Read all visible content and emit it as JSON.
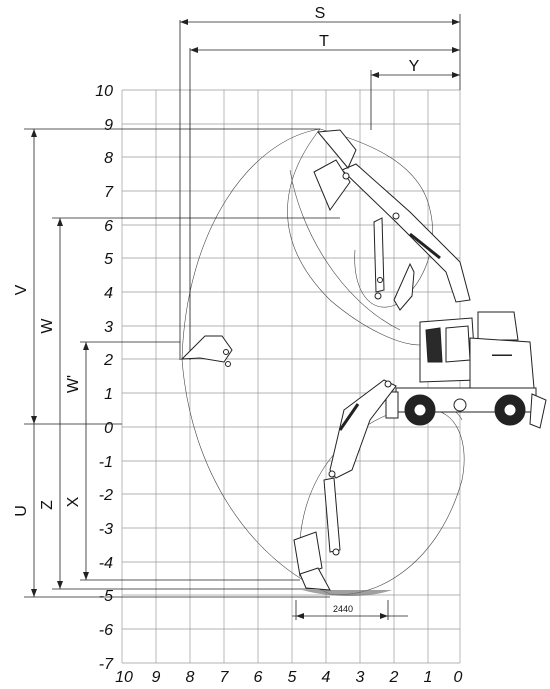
{
  "diagram": {
    "x_ticks": [
      "10",
      "9",
      "8",
      "7",
      "6",
      "5",
      "4",
      "3",
      "2",
      "1",
      "0"
    ],
    "y_ticks": [
      "10",
      "9",
      "8",
      "7",
      "6",
      "5",
      "4",
      "3",
      "2",
      "1",
      "0",
      "-1",
      "-2",
      "-3",
      "-4",
      "-5",
      "-6",
      "-7"
    ],
    "dimension_labels": {
      "S": "S",
      "T": "T",
      "Y": "Y",
      "V": "V",
      "W": "W",
      "W_prime": "W'",
      "U": "U",
      "Z": "Z",
      "X": "X"
    },
    "bottom_dimension": "2440"
  }
}
